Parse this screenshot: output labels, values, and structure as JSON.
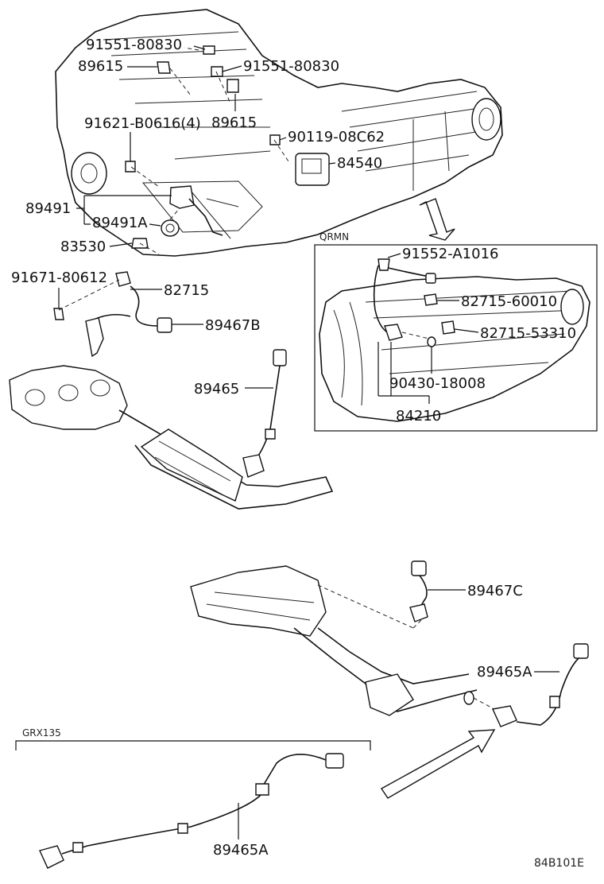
{
  "labels": {
    "p91551_80830_a": "91551-80830",
    "p89615_a": "89615",
    "p91551_80830_b": "91551-80830",
    "p91621": "91621-B0616(4)",
    "p89615_b": "89615",
    "p90119": "90119-08C62",
    "p84540": "84540",
    "p89491": "89491",
    "p89491a": "89491A",
    "p83530": "83530",
    "p91671": "91671-80612",
    "p82715": "82715",
    "p89467b": "89467B",
    "p89465": "89465",
    "p89467c": "89467C",
    "p89465a_1": "89465A",
    "p89465a_2": "89465A"
  },
  "inset": {
    "title": "QRMN",
    "p91552": "91552-A1016",
    "p82715_60010": "82715-60010",
    "p82715_53310": "82715-53310",
    "p90430": "90430-18008",
    "p84210": "84210"
  },
  "variant": {
    "title": "GRX135"
  },
  "footer": {
    "code": "84B101E"
  }
}
